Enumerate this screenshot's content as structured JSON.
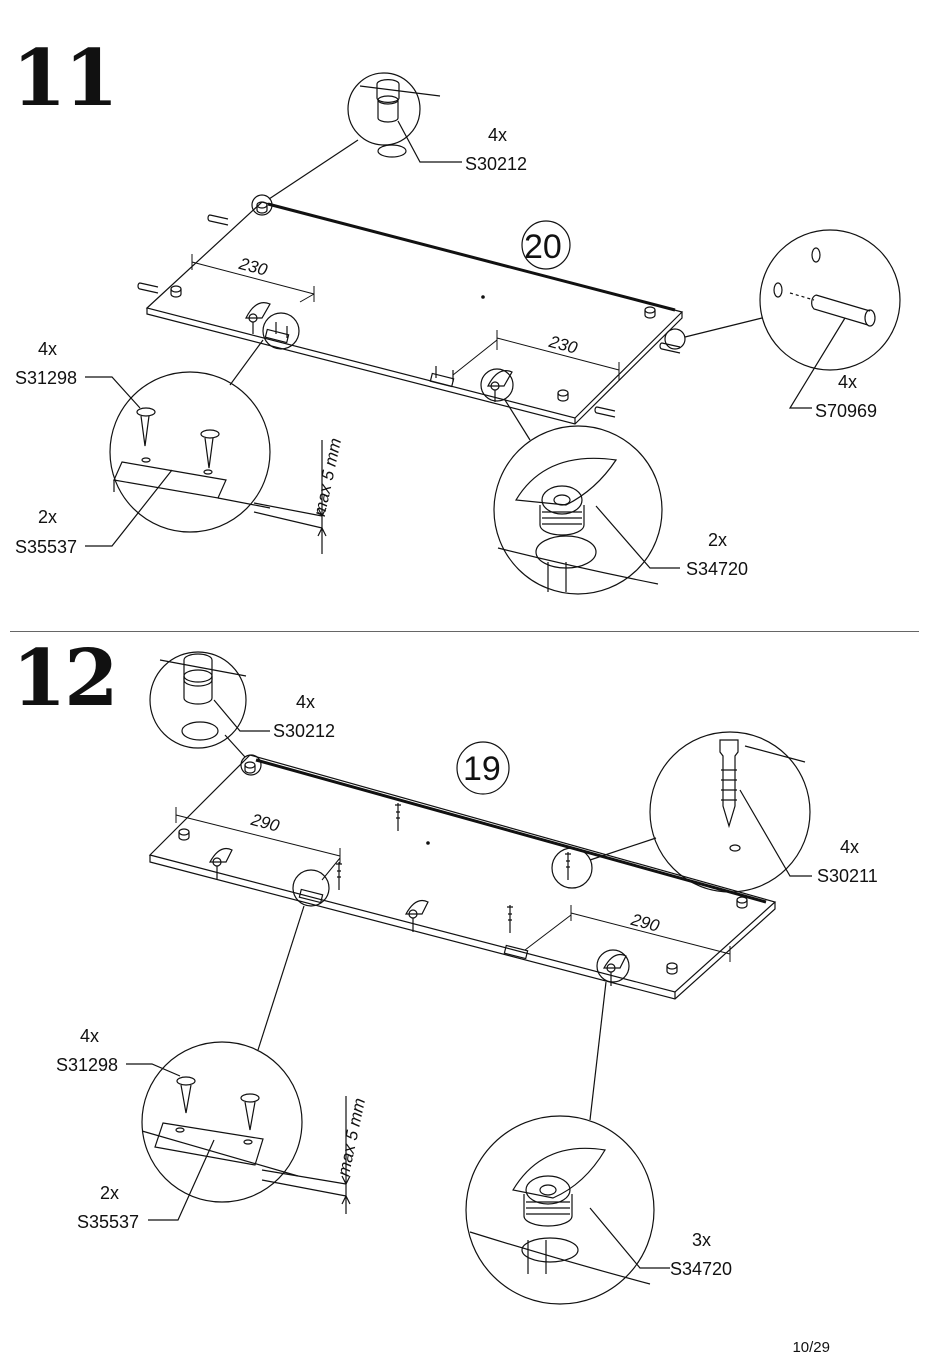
{
  "page": {
    "number": "10/29"
  },
  "step11": {
    "number": "11",
    "panel_label": "20",
    "dimensions": [
      "230",
      "230"
    ],
    "max_depth": "max 5 mm",
    "parts": [
      {
        "qty": "4x",
        "code": "S30212"
      },
      {
        "qty": "4x",
        "code": "S70969"
      },
      {
        "qty": "4x",
        "code": "S31298"
      },
      {
        "qty": "2x",
        "code": "S35537"
      },
      {
        "qty": "2x",
        "code": "S34720"
      }
    ]
  },
  "step12": {
    "number": "12",
    "panel_label": "19",
    "dimensions": [
      "290",
      "290"
    ],
    "max_depth": "max 5 mm",
    "parts": [
      {
        "qty": "4x",
        "code": "S30212"
      },
      {
        "qty": "4x",
        "code": "S30211"
      },
      {
        "qty": "4x",
        "code": "S31298"
      },
      {
        "qty": "2x",
        "code": "S35537"
      },
      {
        "qty": "3x",
        "code": "S34720"
      }
    ]
  }
}
